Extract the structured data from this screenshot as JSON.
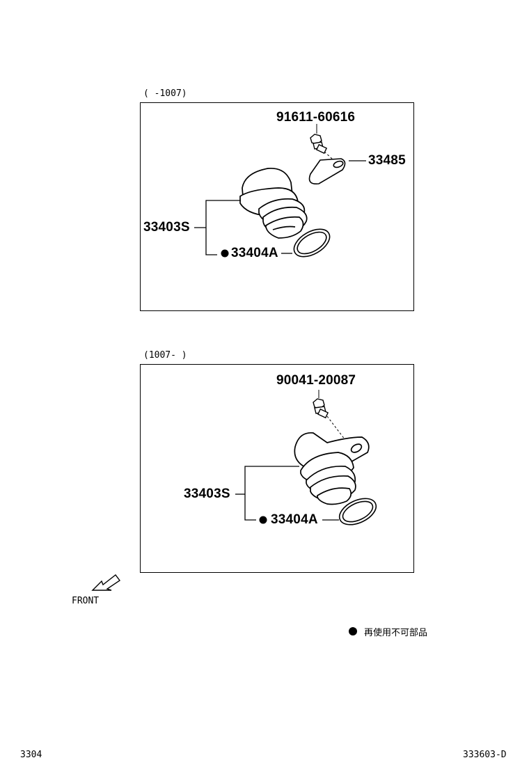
{
  "panels": [
    {
      "range": "(      -1007)",
      "labels": {
        "bolt": "91611-60616",
        "plate": "33485",
        "assembly": "33403S",
        "oring": "33404A"
      }
    },
    {
      "range": "(1007-      )",
      "labels": {
        "bolt": "90041-20087",
        "assembly": "33403S",
        "oring": "33404A"
      }
    }
  ],
  "front_label": "FRONT",
  "legend": {
    "text": "再使用不可部品"
  },
  "footer": {
    "left": "3304",
    "right": "333603-D"
  }
}
